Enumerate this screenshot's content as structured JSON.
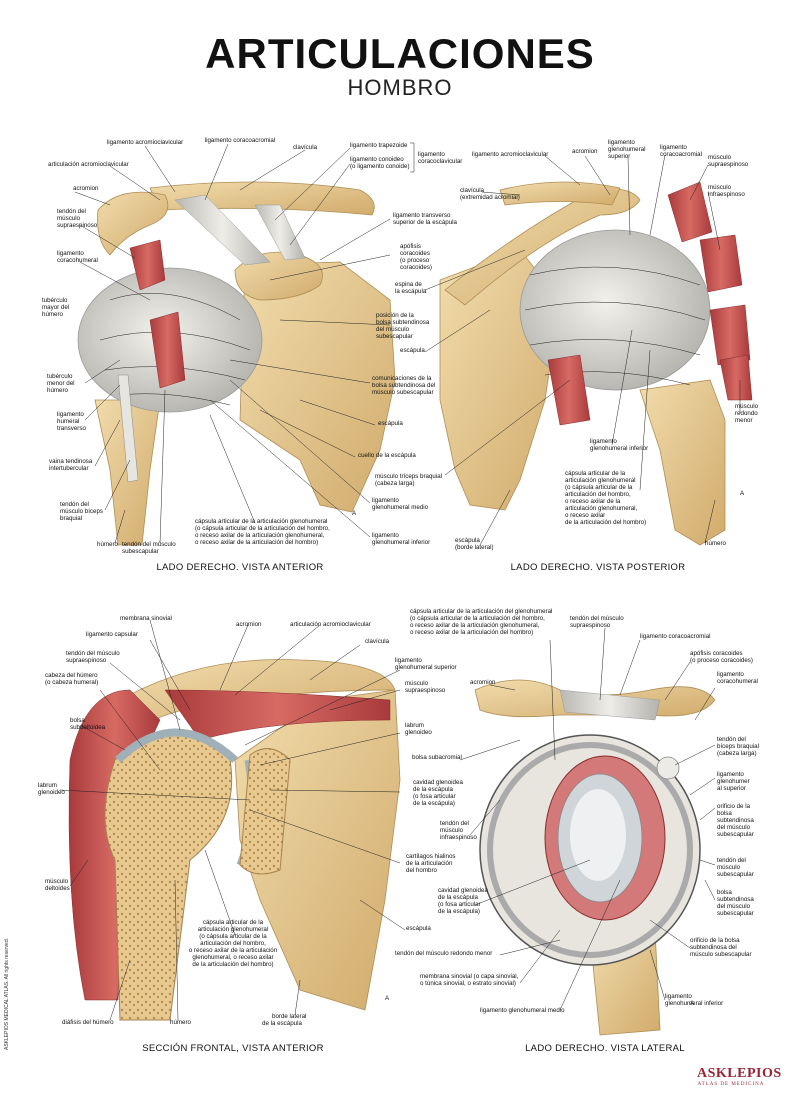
{
  "header": {
    "title": "ARTICULACIONES",
    "subtitle": "HOMBRO"
  },
  "panels": {
    "anterior": {
      "caption": "LADO DERECHO. VISTA ANTERIOR",
      "labels": [
        "ligamento acromioclavicular",
        "ligamento coracoacromial",
        "clavícula",
        "ligamento trapezoide",
        "ligamento conoideo",
        "(o ligamento conoide)",
        "ligamento",
        "coracoclavicular",
        "articulación acromioclavicular",
        "acromion",
        "tendón del",
        "músculo",
        "supraespinoso",
        "ligamento transverso",
        "superior de la escápula",
        "ligamento",
        "coracohumeral",
        "apófisis",
        "coracoides",
        "(o proceso",
        "coracoides)",
        "tubérculo",
        "mayor del",
        "húmero",
        "posición de la",
        "bolsa subtendinosa",
        "del músculo",
        "subescapular",
        "tubérculo",
        "menor del",
        "húmero",
        "comunicaciones de la",
        "bolsa subtendinosa del",
        "músculo subescapular",
        "ligamento",
        "humeral",
        "transverso",
        "escápula",
        "vaina tendinosa",
        "intertubercular",
        "cuello de la escápula",
        "tendón del",
        "músculo bíceps",
        "braquial",
        "ligamento",
        "glenohumeral medio",
        "cápsula articular de la articulación glenohumeral",
        "(o cápsula articular de la articulación del hombro,",
        "o receso axilar de la articulación glenohumeral,",
        "o receso axilar de la articulación del hombro)",
        "ligamento",
        "glenohumeral inferior",
        "húmero",
        "tendón del músculo",
        "subescapular"
      ]
    },
    "posterior": {
      "caption": "LADO DERECHO. VISTA POSTERIOR",
      "labels": [
        "ligamento acromioclavicular",
        "acromion",
        "ligamento",
        "glenohumeral",
        "superior",
        "ligamento",
        "coracoacromial",
        "músculo",
        "supraespinoso",
        "clavícula",
        "(extremidad acromial)",
        "músculo",
        "infraespinoso",
        "espina de",
        "la escápula",
        "escápula",
        "músculo tríceps braquial",
        "(cabeza larga)",
        "ligamento",
        "glenohumeral inferior",
        "cápsula articular de la",
        "articulación glenohumeral",
        "(o cápsula articular de la",
        "articulación del hombro,",
        "o receso axilar de la",
        "articulación glenohumeral,",
        "o receso axilar",
        "de la articulación del hombro)",
        "músculo",
        "redondo",
        "menor",
        "escápula",
        "(borde lateral)",
        "húmero"
      ]
    },
    "frontal": {
      "caption": "SECCIÓN FRONTAL, VISTA ANTERIOR",
      "labels": [
        "membrana sinovial",
        "acromion",
        "articulación acromioclavicular",
        "ligamento capsular",
        "clavícula",
        "tendón del músculo",
        "supraespinoso",
        "ligamento",
        "glenohumeral superior",
        "cabeza del húmero",
        "(o cabeza humeral)",
        "músculo",
        "supraespinoso",
        "bolsa",
        "subdeltoidea",
        "labrum",
        "glenoideo",
        "labrum",
        "glenoideo",
        "cavidad glenoidea",
        "de la escápula",
        "(o fosa articular",
        "de la escápula)",
        "cartílagos hialinos",
        "de la articulación",
        "del hombro",
        "músculo",
        "deltoides",
        "cápsula articular de la",
        "articulación glenohumeral",
        "(o cápsula articular de la",
        "articulación del hombro,",
        "o receso axilar de la articulación",
        "glenohumeral, o receso axilar",
        "de la articulación del hombro)",
        "escápula",
        "diáfisis del húmero",
        "húmero",
        "borde lateral",
        "de la escápula"
      ]
    },
    "lateral": {
      "caption": "LADO DERECHO. VISTA LATERAL",
      "labels": [
        "cápsula articular de la articulación del glenohumeral",
        "(o cápsula articular de la articulación del hombro,",
        "o receso axilar de la articulación glenohumeral,",
        "o receso axilar de la articulación del hombro)",
        "tendón del músculo",
        "supraespinoso",
        "ligamento coracoacromial",
        "apófisis coracoides",
        "(o proceso coracoides)",
        "acromion",
        "ligamento",
        "coracohumeral",
        "tendón del",
        "bíceps braquial",
        "(cabeza larga)",
        "bolsa subacromial",
        "ligamento",
        "glenohumer",
        "al superior",
        "orificio de la",
        "bolsa",
        "subtendinosa",
        "del músculo",
        "subescapular",
        "tendón del",
        "músculo",
        "infraespinoso",
        "tendón del",
        "músculo",
        "subescapular",
        "bolsa",
        "subtendinosa",
        "del músculo",
        "subescapular",
        "cavidad glenoidea",
        "de la escápula",
        "(o fosa articular",
        "de la escápula)",
        "tendón del músculo redondo menor",
        "orificio de la bolsa",
        "subtendinosa del",
        "músculo subescapular",
        "membrana sinovial (o capa sinovial,",
        "o túnica sinovial, o estrato sinovial)",
        "ligamento glenohumeral medio",
        "ligamento",
        "glenohumeral inferior"
      ]
    }
  },
  "footer": {
    "copyright": "ASKLEPIOS MEDICAL ATLAS. All rights reserved.",
    "logo_name": "ASKLEPIOS",
    "logo_sub": "ATLAS DE MEDICINA"
  },
  "colors": {
    "bone": "#e3c48d",
    "cartilage": "#a9b8c0",
    "ligament": "#d8d6d0",
    "muscle": "#c0504f",
    "logo": "#9b2335"
  }
}
